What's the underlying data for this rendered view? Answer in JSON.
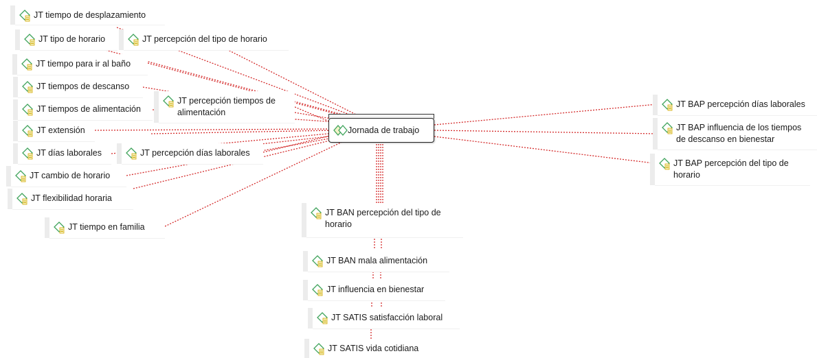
{
  "center": {
    "label": "Jornada de trabajo"
  },
  "nodes": [
    {
      "id": "n1",
      "label": "JT tiempo de desplazamiento"
    },
    {
      "id": "n2",
      "label": "JT tipo de horario"
    },
    {
      "id": "n3",
      "label": "JT percepción del tipo de horario"
    },
    {
      "id": "n4",
      "label": "JT tiempo para ir al baño"
    },
    {
      "id": "n5",
      "label": "JT tiempos de descanso"
    },
    {
      "id": "n6",
      "label": "JT percepción tiempos de alimentación"
    },
    {
      "id": "n7",
      "label": "JT tiempos de alimentación"
    },
    {
      "id": "n8",
      "label": "JT extensión"
    },
    {
      "id": "n9",
      "label": "JT días laborales"
    },
    {
      "id": "n10",
      "label": "JT percepción días laborales"
    },
    {
      "id": "n11",
      "label": "JT cambio de horario"
    },
    {
      "id": "n12",
      "label": "JT flexibilidad horaria"
    },
    {
      "id": "n13",
      "label": "JT tiempo en familia"
    },
    {
      "id": "n14",
      "label": "JT BAP percepción días laborales"
    },
    {
      "id": "n15",
      "label": "JT BAP influencia de los tiempos de descanso  en bienestar"
    },
    {
      "id": "n16",
      "label": "JT BAP percepción del tipo de horario"
    },
    {
      "id": "n17",
      "label": "JT BAN percepción del tipo de horario"
    },
    {
      "id": "n18",
      "label": "JT BAN mala alimentación"
    },
    {
      "id": "n19",
      "label": "JT influencia en bienestar"
    },
    {
      "id": "n20",
      "label": "JT SATIS satisfacción laboral"
    },
    {
      "id": "n21",
      "label": "JT SATIS vida cotidiana"
    }
  ],
  "colors": {
    "link": "#d42a2a",
    "icon_outline": "#3fa35b",
    "icon_fill": "#f3f3c8",
    "icon_mark": "#d5a900"
  },
  "icons": {
    "code_node": "code-diamond-icon",
    "center_node": "code-group-icon"
  }
}
